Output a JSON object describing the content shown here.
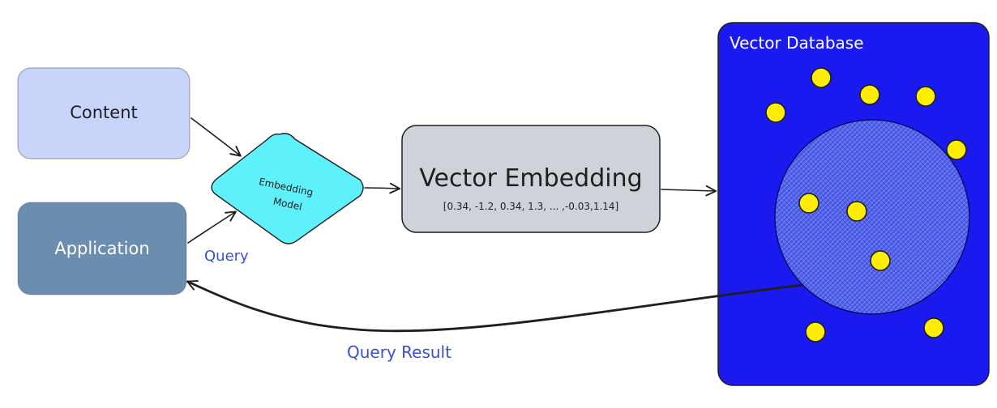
{
  "nodes": {
    "content": {
      "label": "Content",
      "fill": "#c9d4fb"
    },
    "application": {
      "label": "Application",
      "fill": "#6b8db0"
    },
    "embedding_model": {
      "label_line1": "Embedding",
      "label_line2": "Model",
      "fill": "#5ef0fb"
    },
    "vector_embedding": {
      "title": "Vector Embedding",
      "values": "[0.34, -1.2, 0.34, 1.3, ... ,-0.03,1.14]",
      "fill": "#ced3d9"
    },
    "vector_database": {
      "label": "Vector Database",
      "fill": "#1a1af0"
    }
  },
  "edges": {
    "query_label": "Query",
    "query_result_label": "Query Result"
  },
  "colors": {
    "annotation": "#3b4fd4",
    "dot": "#ffee00",
    "cluster": "#5a6be8"
  }
}
